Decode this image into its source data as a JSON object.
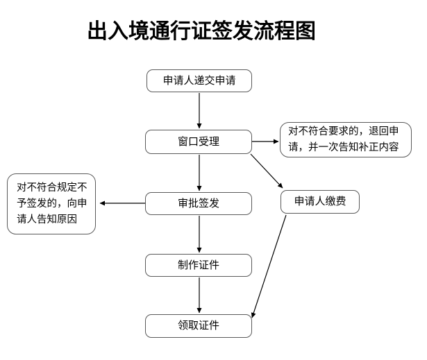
{
  "title": "出入境通行证签发流程图",
  "flowchart": {
    "nodes": {
      "submit": {
        "label": "申请人递交申请"
      },
      "accept": {
        "label": "窗口受理"
      },
      "return_note": {
        "lines": [
          "对不符合要求的，退回申",
          "请，并一次告知补正内容"
        ]
      },
      "approve": {
        "label": "审批签发"
      },
      "reject_note": {
        "lines": [
          "对不符合规定不",
          "予签发的，向申",
          "请人告知原因"
        ]
      },
      "pay": {
        "label": "申请人缴费"
      },
      "make": {
        "label": "制作证件"
      },
      "receive": {
        "label": "领取证件"
      }
    },
    "edges": [
      {
        "from": "submit",
        "to": "accept"
      },
      {
        "from": "accept",
        "to": "return_note"
      },
      {
        "from": "accept",
        "to": "approve"
      },
      {
        "from": "accept",
        "to": "pay"
      },
      {
        "from": "approve",
        "to": "reject_note"
      },
      {
        "from": "approve",
        "to": "make"
      },
      {
        "from": "make",
        "to": "receive"
      },
      {
        "from": "pay",
        "to": "receive"
      }
    ],
    "colors": {
      "background": "#ffffff",
      "box_border": "#595959",
      "arrow": "#000000",
      "text": "#000000"
    }
  }
}
